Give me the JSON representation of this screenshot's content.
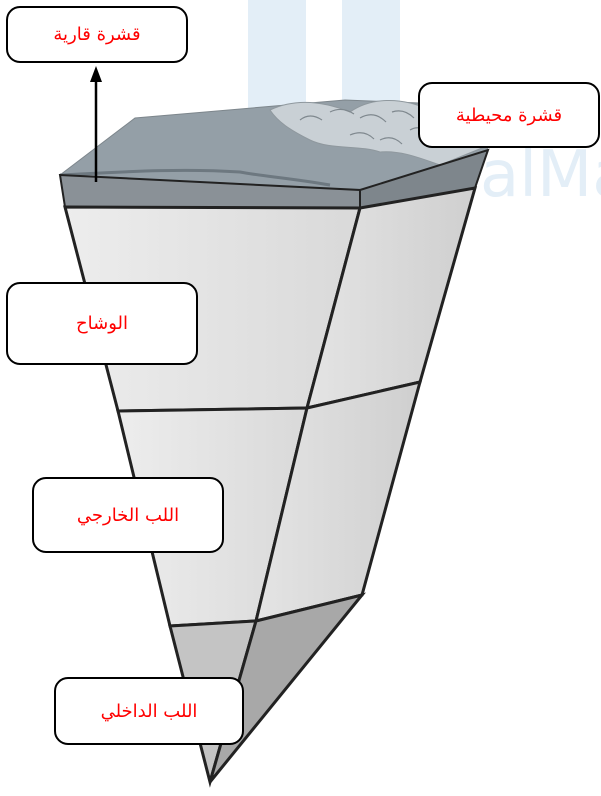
{
  "labels": {
    "continental_crust": "قشرة قارية",
    "oceanic_crust": "قشرة محيطية",
    "mantle": "الوشاح",
    "outer_core": "اللب الخارجي",
    "inner_core": "اللب الداخلي"
  },
  "watermark": "alMa",
  "colors": {
    "label_text": "#ff0000",
    "layer_fill": "#e0e0e0",
    "inner_core_fill": "#b4b4b4",
    "crust_top": "#8e9aa3",
    "watermark": "#e3eef7"
  }
}
